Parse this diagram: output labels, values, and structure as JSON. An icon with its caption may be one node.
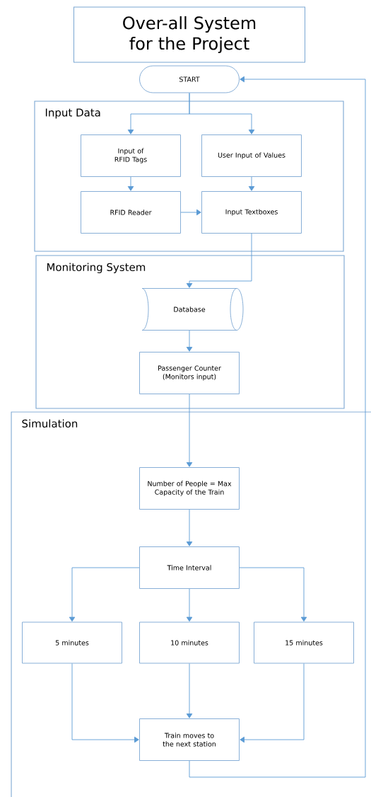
{
  "diagram": {
    "title": "Over-all System for the Project",
    "nodes": [
      {
        "text": [
          "START"
        ]
      },
      {
        "text": [
          "Input Data"
        ]
      },
      {
        "text": [
          "Input of RFID Tags"
        ],
        "in": 1
      },
      {
        "text": [
          "User Input of Values"
        ],
        "in": 1
      },
      {
        "text": [
          "RFID Reader"
        ],
        "in": 1
      },
      {
        "text": [
          "Input Textboxes"
        ],
        "in": 1
      },
      {
        "text": [
          "Monitoring System"
        ]
      },
      {
        "text": [
          "Database"
        ],
        "in": 6
      },
      {
        "text": [
          "Passenger Counter (Monitors input)"
        ],
        "in": 6
      },
      {
        "text": [
          "Simulation"
        ]
      },
      {
        "text": [
          "Number of People = Max Capacity of the Train"
        ],
        "in": 9
      },
      {
        "text": [
          "Time Interval"
        ],
        "in": 9
      },
      {
        "text": [
          "5 minutes"
        ],
        "in": 9
      },
      {
        "text": [
          "10 minutes"
        ],
        "in": 9
      },
      {
        "text": [
          "15 minutes"
        ],
        "in": 9
      },
      {
        "text": [
          "Train moves to the next station"
        ],
        "in": 9
      }
    ],
    "edges": [
      {
        "from": 0,
        "to": 2,
        "arrow": "to"
      },
      {
        "from": 0,
        "to": 3,
        "arrow": "to"
      },
      {
        "from": 2,
        "to": 4,
        "arrow": "to"
      },
      {
        "from": 3,
        "to": 5,
        "arrow": "to"
      },
      {
        "from": 4,
        "to": 5,
        "arrow": "to"
      },
      {
        "from": 5,
        "to": 7,
        "arrow": "to"
      },
      {
        "from": 7,
        "to": 8,
        "arrow": "to"
      },
      {
        "from": 8,
        "to": 10,
        "arrow": "to"
      },
      {
        "from": 10,
        "to": 11,
        "arrow": "to"
      },
      {
        "from": 11,
        "to": 12,
        "arrow": "to"
      },
      {
        "from": 11,
        "to": 13,
        "arrow": "to"
      },
      {
        "from": 11,
        "to": 14,
        "arrow": "to"
      },
      {
        "from": 12,
        "to": 15,
        "arrow": "to"
      },
      {
        "from": 13,
        "to": 15,
        "arrow": "to"
      },
      {
        "from": 14,
        "to": 15,
        "arrow": "to"
      },
      {
        "from": 15,
        "to": 0,
        "arrow": "to"
      }
    ]
  }
}
